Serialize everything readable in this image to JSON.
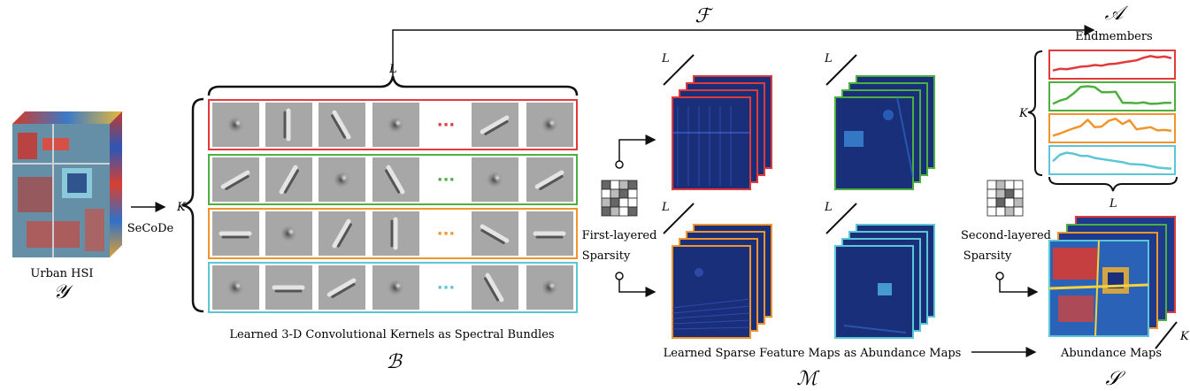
{
  "colors": {
    "red": "#e23a3a",
    "green": "#4caf3f",
    "orange": "#f0952e",
    "cyan": "#5bc6d6",
    "map_blue": "#1a2f7a"
  },
  "input": {
    "caption": "Urban HSI",
    "symbol": "𝒴"
  },
  "secode_label": "SeCoDe",
  "kernels": {
    "top_brace_label": "L",
    "side_brace_label": "K",
    "dots": "···",
    "caption": "Learned 3-D Convolutional Kernels as Spectral Bundles",
    "symbol": "ℬ"
  },
  "feature_maps": {
    "symbol_F": "ℱ",
    "L_label_1": "L",
    "L_label_2": "L",
    "L_label_3": "L",
    "L_label_4": "L",
    "first_sparsity": "First-layered",
    "first_sparsity_2": "Sparsity",
    "caption": "Learned Sparse Feature Maps as Abundance Maps",
    "symbol": "ℳ"
  },
  "endmembers": {
    "symbol": "𝒜",
    "title": "Endmembers",
    "K_label": "K",
    "L_label": "L"
  },
  "second_sparsity": {
    "line1": "Second-layered",
    "line2": "Sparsity"
  },
  "abundance": {
    "caption": "Abundance Maps",
    "symbol": "𝒮",
    "K_label": "K"
  }
}
